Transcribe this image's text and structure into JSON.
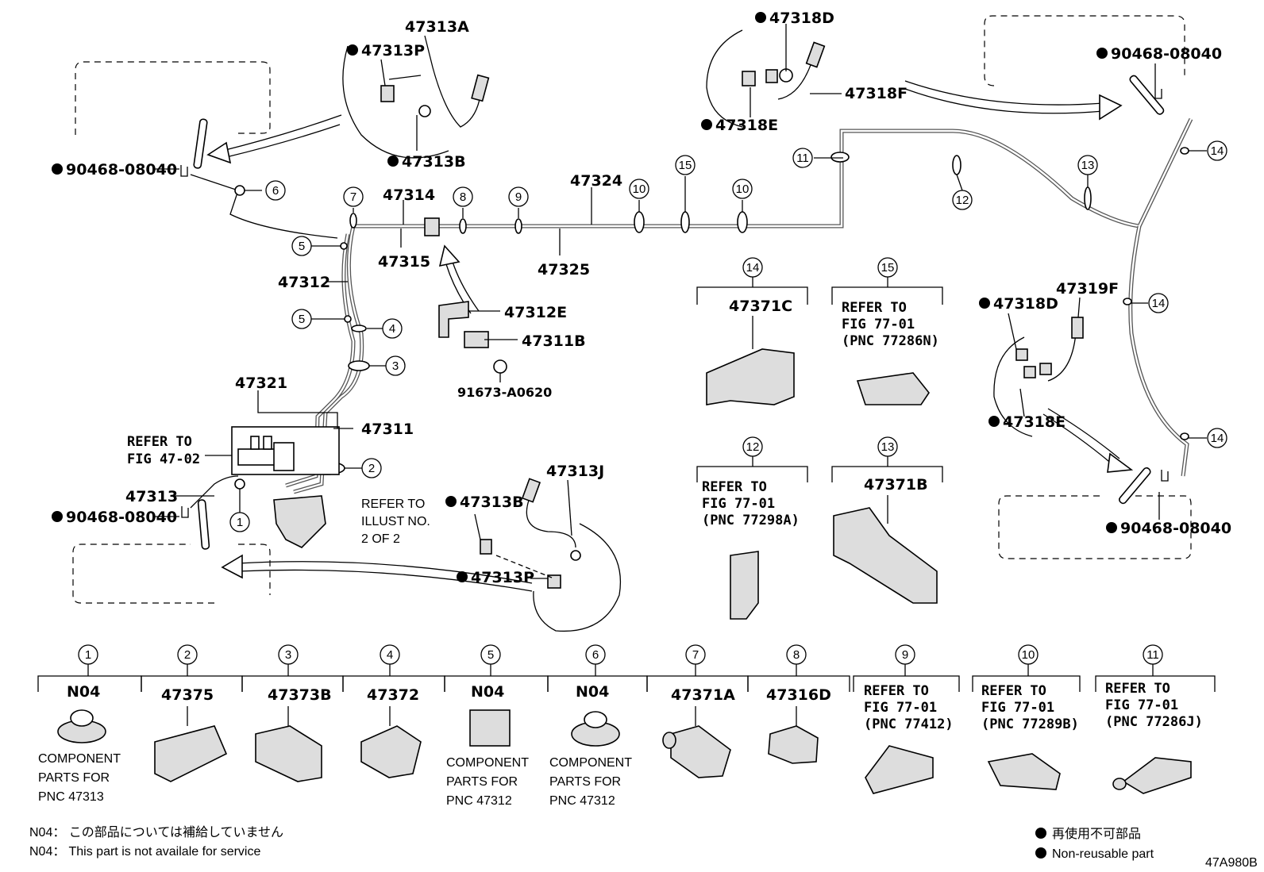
{
  "diagram_id": "47A980B",
  "part_labels": {
    "p47313A": "47313A",
    "p47313P_top": "47313P",
    "p47313B_top": "47313B",
    "p90468_tl": "90468-08040",
    "p47318D_top": "47318D",
    "p47318E_top": "47318E",
    "p47318F": "47318F",
    "p90468_tr": "90468-08040",
    "p47314": "47314",
    "p47324": "47324",
    "p47315": "47315",
    "p47325": "47325",
    "p47312": "47312",
    "p47312E": "47312E",
    "p47311B": "47311B",
    "p91673": "91673-A0620",
    "p47321": "47321",
    "p47311": "47311",
    "p47313": "47313",
    "p90468_ml": "90468-08040",
    "p47313J": "47313J",
    "p47313B_low": "47313B",
    "p47313P_low": "47313P",
    "p47318D_right": "47318D",
    "p47319F": "47319F",
    "p47318E_right": "47318E",
    "p90468_br": "90468-08040"
  },
  "refer_fig47": [
    "REFER TO",
    "FIG 47-02"
  ],
  "refer_illust": [
    "REFER TO",
    "ILLUST NO.",
    "2 OF 2"
  ],
  "callouts": [
    "1",
    "2",
    "3",
    "4",
    "5",
    "5",
    "6",
    "7",
    "8",
    "9",
    "10",
    "10",
    "11",
    "12",
    "13",
    "14",
    "14",
    "14",
    "15"
  ],
  "mid_boxes": {
    "b14": {
      "num": "14",
      "label": "47371C"
    },
    "b15": {
      "num": "15",
      "lines": [
        "REFER TO",
        "FIG 77-01",
        "(PNC 77286N)"
      ]
    },
    "b12": {
      "num": "12",
      "lines": [
        "REFER TO",
        "FIG 77-01",
        "(PNC 77298A)"
      ]
    },
    "b13": {
      "num": "13",
      "label": "47371B"
    }
  },
  "bottom_boxes": [
    {
      "num": "1",
      "label": "N04",
      "notes": [
        "COMPONENT",
        "PARTS FOR",
        "PNC 47313"
      ]
    },
    {
      "num": "2",
      "label": "47375"
    },
    {
      "num": "3",
      "label": "47373B"
    },
    {
      "num": "4",
      "label": "47372"
    },
    {
      "num": "5",
      "label": "N04",
      "notes": [
        "COMPONENT",
        "PARTS FOR",
        "PNC 47312"
      ]
    },
    {
      "num": "6",
      "label": "N04",
      "notes": [
        "COMPONENT",
        "PARTS FOR",
        "PNC 47312"
      ]
    },
    {
      "num": "7",
      "label": "47371A"
    },
    {
      "num": "8",
      "label": "47316D"
    },
    {
      "num": "9",
      "lines": [
        "REFER TO",
        "FIG 77-01",
        "(PNC 77412)"
      ]
    },
    {
      "num": "10",
      "lines": [
        "REFER TO",
        "FIG 77-01",
        "(PNC 77289B)"
      ]
    },
    {
      "num": "11",
      "lines": [
        "REFER TO",
        "FIG 77-01",
        "(PNC 77286J)"
      ]
    }
  ],
  "footnotes": {
    "jp": "N04： この部品については補給していません",
    "en": "N04： This part is not availale for service"
  },
  "legend": {
    "jp": "再使用不可部品",
    "en": "Non-reusable part"
  }
}
